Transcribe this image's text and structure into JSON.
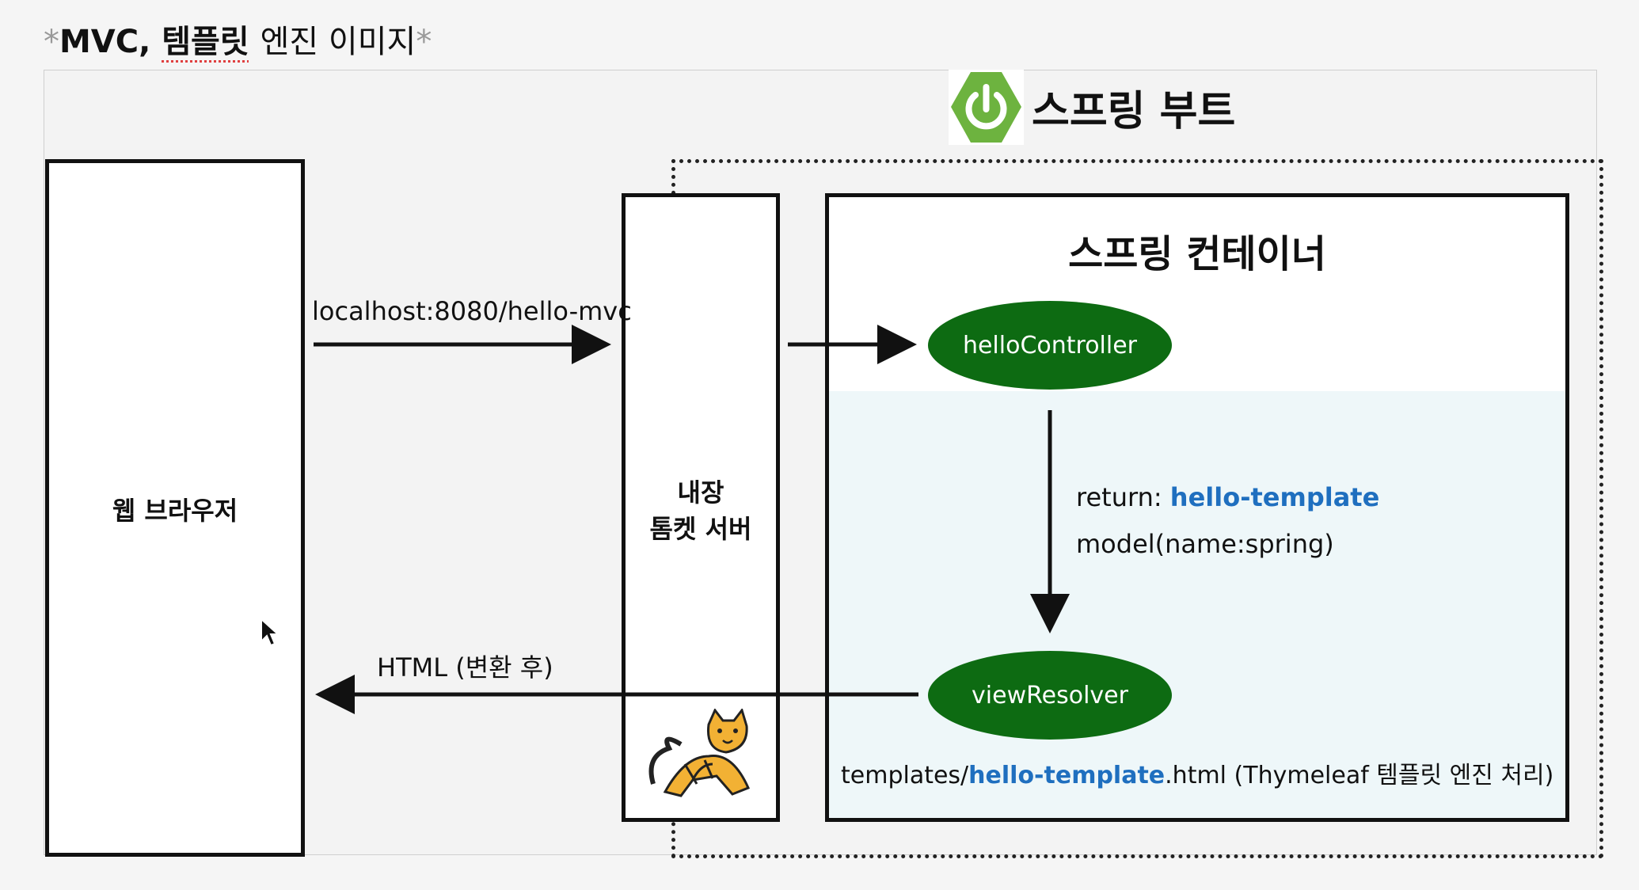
{
  "heading": {
    "prefix": "*",
    "mvc": "MVC,",
    "template_word": "템플릿",
    "rest": "엔진 이미지",
    "suffix": "*"
  },
  "spring_boot": {
    "title": "스프링 부트",
    "logo_icon": "spring-power-icon"
  },
  "browser": {
    "label": "웹 브라우저"
  },
  "tomcat": {
    "line1": "내장",
    "line2": "톰켓 서버",
    "logo_icon": "tomcat-cat-icon"
  },
  "container": {
    "title": "스프링 컨테이너"
  },
  "request": {
    "url": "localhost:8080/hello-mvc"
  },
  "response": {
    "label": "HTML (변환 후)"
  },
  "controller": {
    "label": "helloController"
  },
  "resolver": {
    "label": "viewResolver"
  },
  "return_info": {
    "return_prefix": "return: ",
    "return_value": "hello-template",
    "model": "model(name:spring)"
  },
  "template_path": {
    "prefix": "templates/",
    "name": "hello-template",
    "suffix": ".html (Thymeleaf 템플릿 엔진 처리)"
  },
  "colors": {
    "green": "#0d6b12",
    "blue_highlight": "#1f6fbf"
  }
}
